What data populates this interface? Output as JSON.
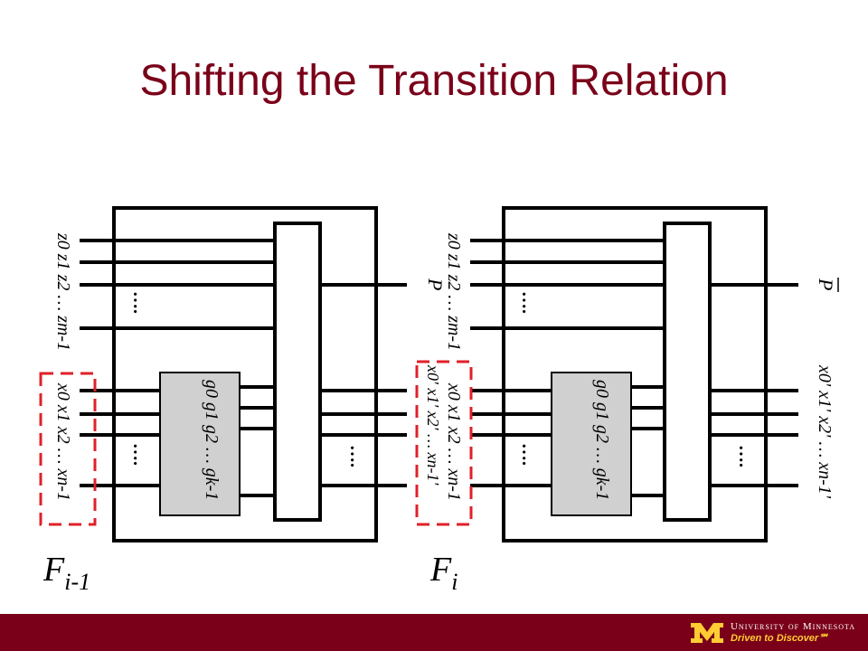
{
  "slide": {
    "title": "Shifting the Transition Relation"
  },
  "left_diagram": {
    "z_inputs": "z0 z1 z2 … zm-1",
    "x_inputs": "x0 x1 x2 … xn-1",
    "gates": "g0 g1 g2 … gk-1",
    "output": "P",
    "frame_label_main": "F",
    "frame_label_sub": "i-1"
  },
  "right_diagram": {
    "z_inputs": "z0 z1 z2 … zm-1",
    "x_inputs": "x0 x1 x2 … xn-1",
    "x_primed_inputs": "x0' x1' x2' … xn-1'",
    "gates": "g0 g1 g2 … gk-1",
    "output": "P",
    "x_primed_outputs": "x0' x1' x2' … xn-1'",
    "frame_label_main": "F",
    "frame_label_sub": "i"
  },
  "diagram_text": {
    "ellipsis": "….",
    "dashed_color": "#e0202a"
  },
  "footer": {
    "university": "University of Minnesota",
    "tagline": "Driven to Discover℠",
    "bg_color": "#7a0019",
    "accent_color": "#ffcc33"
  }
}
